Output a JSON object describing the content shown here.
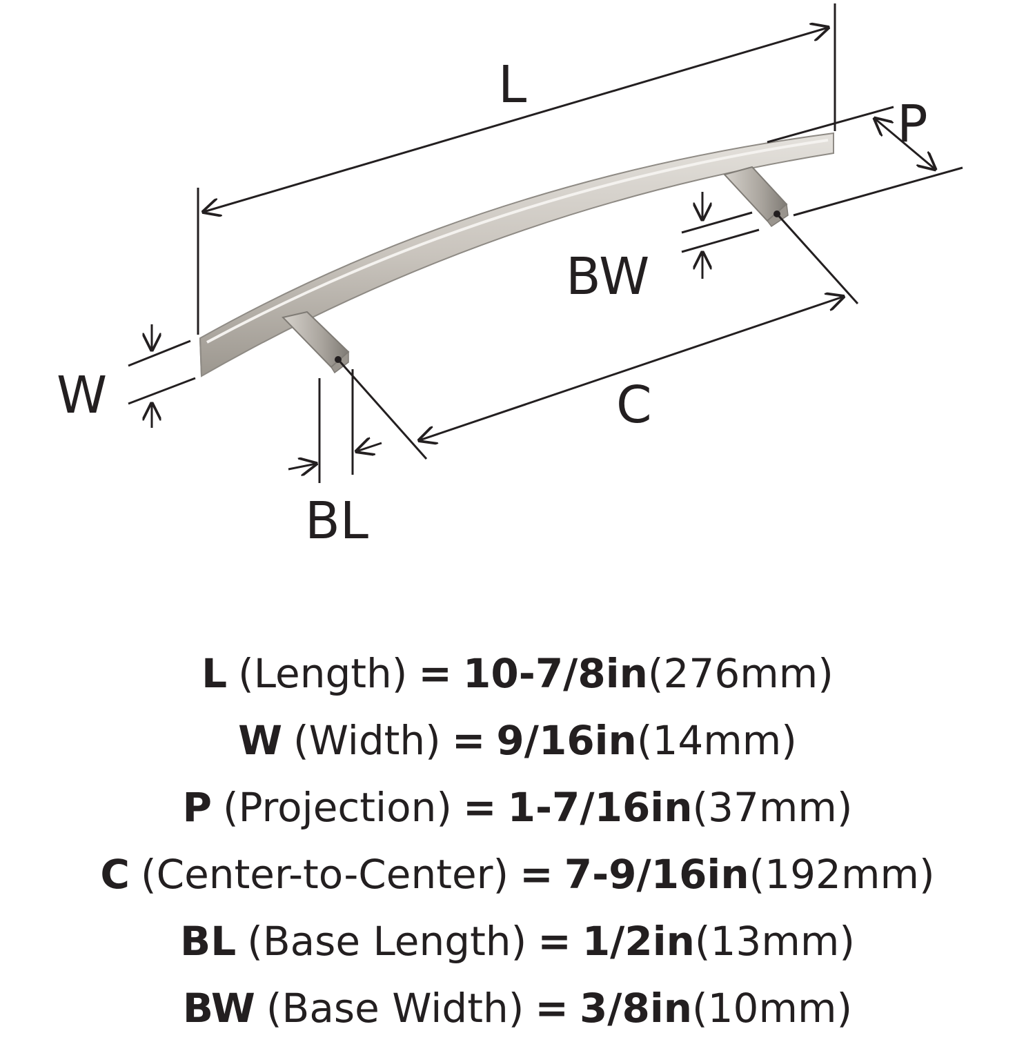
{
  "diagram": {
    "labels": {
      "length": "L",
      "projection": "P",
      "base_width": "BW",
      "width": "W",
      "center_to_center": "C",
      "base_length": "BL"
    },
    "colors": {
      "ink": "#231f20",
      "metal_light": "#d9d6d1",
      "metal_mid": "#bcb7b0",
      "metal_dark": "#8e8a84"
    }
  },
  "specs": [
    {
      "code": "L",
      "desc": "(Length)",
      "eq": "=",
      "inches": "10-7/8in",
      "mm": "(276mm)"
    },
    {
      "code": "W",
      "desc": "(Width)",
      "eq": "=",
      "inches": "9/16in",
      "mm": "(14mm)"
    },
    {
      "code": "P",
      "desc": "(Projection)",
      "eq": "=",
      "inches": "1-7/16in",
      "mm": "(37mm)"
    },
    {
      "code": "C",
      "desc": "(Center-to-Center)",
      "eq": "=",
      "inches": "7-9/16in",
      "mm": "(192mm)"
    },
    {
      "code": "BL",
      "desc": "(Base Length)",
      "eq": "=",
      "inches": "1/2in",
      "mm": "(13mm)"
    },
    {
      "code": "BW",
      "desc": "(Base Width)",
      "eq": "=",
      "inches": "3/8in",
      "mm": "(10mm)"
    }
  ]
}
